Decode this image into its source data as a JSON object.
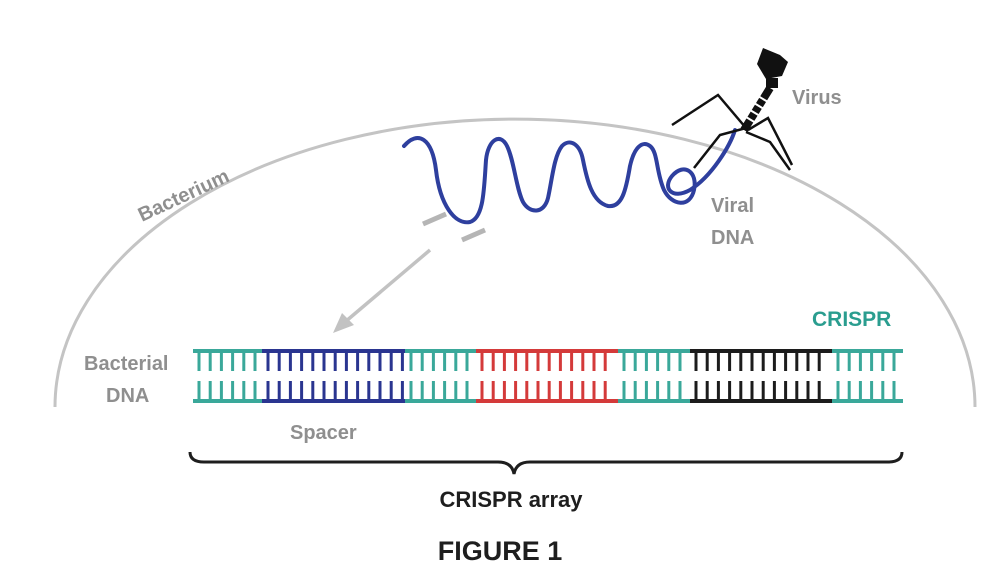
{
  "labels": {
    "bacterium": "Bacterium",
    "virus": "Virus",
    "viral_dna_line1": "Viral",
    "viral_dna_line2": "DNA",
    "crispr": "CRISPR",
    "bacterial_dna_line1": "Bacterial",
    "bacterial_dna_line2": "DNA",
    "spacer": "Spacer",
    "crispr_array": "CRISPR array",
    "figure_caption": "FIGURE 1"
  },
  "colors": {
    "membrane": "#c4c4c4",
    "viral_dna": "#2e3f9e",
    "repeat": "#3aa89a",
    "spacer_blue": "#2a3590",
    "spacer_red": "#d43a3a",
    "spacer_black": "#1c1c1c",
    "virus": "#111111",
    "cut_marks": "#b5b5b5",
    "label_gray": "#8f8f8f",
    "label_teal": "#2a9d8f",
    "label_dark": "#1e1e1e"
  },
  "crispr_segments": [
    "repeat",
    "spacer_blue",
    "repeat",
    "spacer_red",
    "repeat",
    "spacer_black",
    "repeat"
  ]
}
